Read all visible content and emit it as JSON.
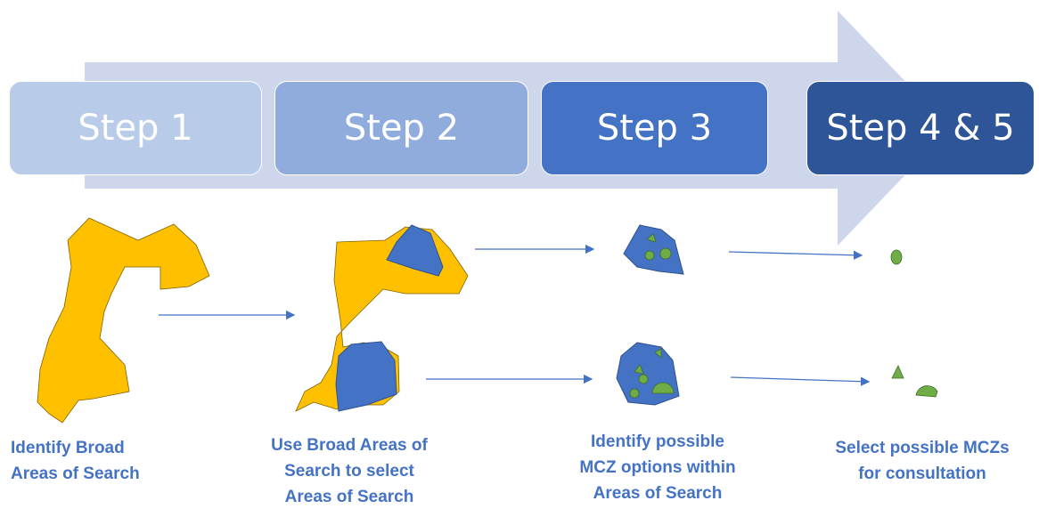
{
  "colors": {
    "big_arrow": "#cdd6eb",
    "step1": "#b8cbe8",
    "step2": "#8facdd",
    "step3": "#4472c4",
    "step4": "#2d5597",
    "broad_area_fill": "#ffc000",
    "search_area_fill": "#4472c4",
    "mcz_fill": "#70ad47",
    "caption_text": "#4472c4",
    "connector_arrow": "#4472c4"
  },
  "steps": [
    {
      "label": "Step 1"
    },
    {
      "label": "Step 2"
    },
    {
      "label": "Step 3"
    },
    {
      "label": "Step 4 & 5"
    }
  ],
  "captions": [
    {
      "lines": [
        "Identify Broad",
        "Areas of Search"
      ]
    },
    {
      "lines": [
        "Use Broad Areas of",
        "Search to select",
        "Areas of Search"
      ]
    },
    {
      "lines": [
        "Identify possible",
        "MCZ options within",
        "Areas of Search"
      ]
    },
    {
      "lines": [
        "Select possible MCZs",
        "for consultation"
      ]
    }
  ],
  "icons": {
    "process_arrow": "large-process-arrow-icon",
    "broad_area": "broad-area-shape-icon",
    "selected_area": "area-of-search-shape-icon",
    "mcz": "mcz-patch-icon"
  }
}
